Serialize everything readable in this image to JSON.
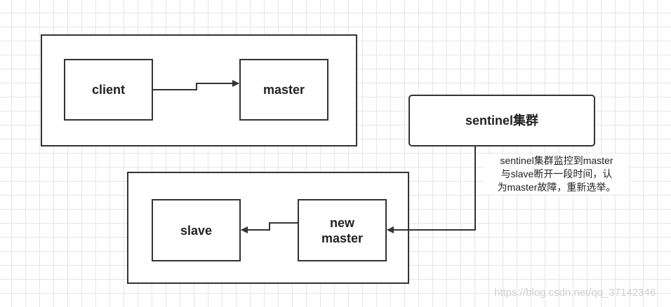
{
  "nodes": {
    "client": "client",
    "master": "master",
    "sentinel": "sentinel集群",
    "slave": "slave",
    "new_master_line1": "new",
    "new_master_line2": "master"
  },
  "note": {
    "line1": "sentinel集群监控到master",
    "line2": "与slave断开一段时间，认",
    "line3": "为master故障，重新选举。"
  },
  "watermark": "https://blog.csdn.net/qq_37142346",
  "colors": {
    "stroke": "#333333",
    "grid": "#e6e6e6",
    "background": "#ffffff"
  }
}
